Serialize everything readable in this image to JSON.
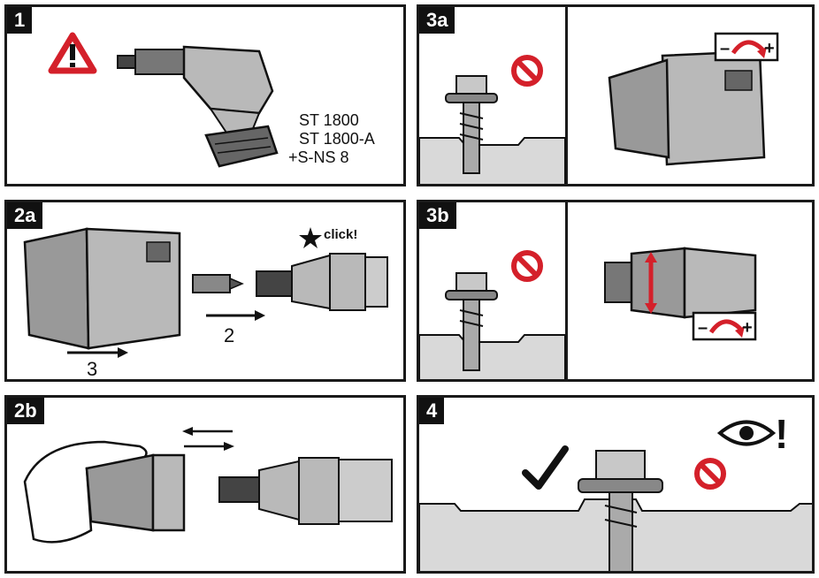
{
  "panels": {
    "p1": {
      "tag": "1",
      "model_lines": [
        "ST 1800",
        "ST 1800-A",
        "+S-NS 8"
      ]
    },
    "p2a": {
      "tag": "2a",
      "click": "click!",
      "step2": "2",
      "step3": "3"
    },
    "p2b": {
      "tag": "2b"
    },
    "p3a": {
      "tag": "3a",
      "minus": "–",
      "plus": "+"
    },
    "p3b": {
      "tag": "3b",
      "minus": "–",
      "plus": "+"
    },
    "p4": {
      "tag": "4",
      "exclaim": "!"
    }
  },
  "colors": {
    "warning_red": "#d4202a",
    "frame": "#1a1a1a",
    "tool_gray": "#b9b9b9",
    "surface_gray": "#d9d9d9"
  },
  "icons": [
    "warning-triangle-icon",
    "prohibited-icon",
    "checkmark-icon",
    "eye-icon",
    "arrow-icon",
    "star-icon"
  ]
}
